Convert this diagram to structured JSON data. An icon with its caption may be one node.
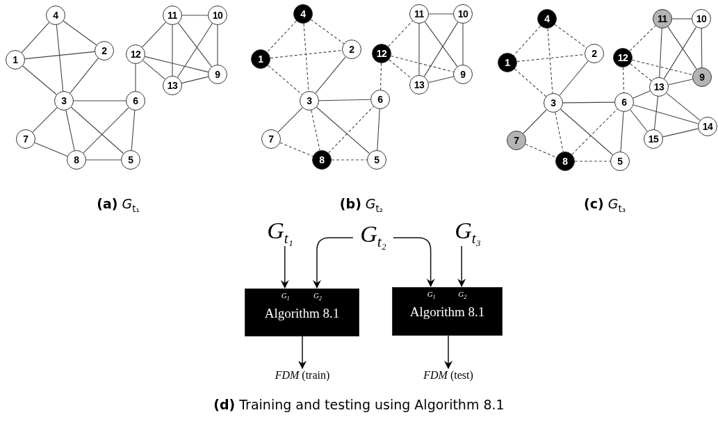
{
  "diagram": {
    "caption": "**(d)** Training and testing using Algorithm 8.1",
    "nodes": [
      {
        "text": [
          "1"
        ]
      },
      {
        "text": [
          "2"
        ]
      },
      {
        "text": [
          "3"
        ]
      },
      {
        "text": [
          "4"
        ]
      },
      {
        "text": [
          "5"
        ]
      },
      {
        "text": [
          "6"
        ]
      },
      {
        "text": [
          "7"
        ]
      },
      {
        "text": [
          "8"
        ]
      },
      {
        "text": [
          "9"
        ]
      },
      {
        "text": [
          "10"
        ]
      },
      {
        "text": [
          "11"
        ]
      },
      {
        "text": [
          "12"
        ]
      },
      {
        "text": [
          "13"
        ]
      },
      {
        "text": [
          "1"
        ]
      },
      {
        "text": [
          "2"
        ]
      },
      {
        "text": [
          "3"
        ]
      },
      {
        "text": [
          "4"
        ]
      },
      {
        "text": [
          "5"
        ]
      },
      {
        "text": [
          "6"
        ]
      },
      {
        "text": [
          "7"
        ]
      },
      {
        "text": [
          "8"
        ]
      },
      {
        "text": [
          "9"
        ]
      },
      {
        "text": [
          "10"
        ]
      },
      {
        "text": [
          "11"
        ]
      },
      {
        "text": [
          "12"
        ]
      },
      {
        "text": [
          "13"
        ]
      },
      {
        "text": [
          "1"
        ]
      },
      {
        "text": [
          "2"
        ]
      },
      {
        "text": [
          "3"
        ]
      },
      {
        "text": [
          "4"
        ]
      },
      {
        "text": [
          "5"
        ]
      },
      {
        "text": [
          "6"
        ]
      },
      {
        "text": [
          "7"
        ]
      },
      {
        "text": [
          "8"
        ]
      },
      {
        "text": [
          "9"
        ]
      },
      {
        "text": [
          "10"
        ]
      },
      {
        "text": [
          "11"
        ]
      },
      {
        "text": [
          "12"
        ]
      },
      {
        "text": [
          "13"
        ]
      },
      {
        "text": [
          "14"
        ]
      },
      {
        "text": [
          "15"
        ]
      },
      {
        "text": [
          "G$_{t₁}$"
        ]
      },
      {
        "text": [
          "G$_{t₂}$"
        ]
      },
      {
        "text": [
          "G$_{t₃}$"
        ]
      },
      {
        "text": [
          "G$_{1}$",
          "G$_{2}$",
          "Algorithm 8.1"
        ]
      },
      {
        "text": [
          "G$_{1}$",
          "G$_{2}$",
          "Algorithm 8.1"
        ]
      },
      {
        "text": [
          "*FDM* (train)"
        ]
      },
      {
        "text": [
          "*FDM* (test)"
        ]
      }
    ],
    "edges": [
      {
        "from": 3,
        "to": 0,
        "arrow": "none"
      },
      {
        "from": 3,
        "to": 2,
        "arrow": "none"
      },
      {
        "from": 3,
        "to": 1,
        "arrow": "none"
      },
      {
        "from": 0,
        "to": 1,
        "arrow": "none"
      },
      {
        "from": 0,
        "to": 2,
        "arrow": "none"
      },
      {
        "from": 1,
        "to": 2,
        "arrow": "none"
      },
      {
        "from": 2,
        "to": 5,
        "arrow": "none"
      },
      {
        "from": 2,
        "to": 6,
        "arrow": "none"
      },
      {
        "from": 2,
        "to": 7,
        "arrow": "none"
      },
      {
        "from": 2,
        "to": 4,
        "arrow": "none"
      },
      {
        "from": 6,
        "to": 7,
        "arrow": "none"
      },
      {
        "from": 7,
        "to": 5,
        "arrow": "none"
      },
      {
        "from": 7,
        "to": 4,
        "arrow": "none"
      },
      {
        "from": 5,
        "to": 4,
        "arrow": "none"
      },
      {
        "from": 5,
        "to": 11,
        "arrow": "none"
      },
      {
        "from": 11,
        "to": 10,
        "arrow": "none"
      },
      {
        "from": 11,
        "to": 12,
        "arrow": "none"
      },
      {
        "from": 11,
        "to": 8,
        "arrow": "none"
      },
      {
        "from": 10,
        "to": 9,
        "arrow": "none"
      },
      {
        "from": 10,
        "to": 12,
        "arrow": "none"
      },
      {
        "from": 10,
        "to": 8,
        "arrow": "none"
      },
      {
        "from": 9,
        "to": 12,
        "arrow": "none"
      },
      {
        "from": 9,
        "to": 8,
        "arrow": "none"
      },
      {
        "from": 12,
        "to": 8,
        "arrow": "none"
      },
      {
        "from": 16,
        "to": 13,
        "arrow": "none",
        "style": "dashed"
      },
      {
        "from": 16,
        "to": 15,
        "arrow": "none",
        "style": "dashed"
      },
      {
        "from": 16,
        "to": 14,
        "arrow": "none",
        "style": "dashed"
      },
      {
        "from": 13,
        "to": 14,
        "arrow": "none",
        "style": "dashed"
      },
      {
        "from": 13,
        "to": 15,
        "arrow": "none",
        "style": "dashed"
      },
      {
        "from": 14,
        "to": 15,
        "arrow": "none"
      },
      {
        "from": 15,
        "to": 18,
        "arrow": "none"
      },
      {
        "from": 15,
        "to": 19,
        "arrow": "none"
      },
      {
        "from": 15,
        "to": 20,
        "arrow": "none",
        "style": "dashed"
      },
      {
        "from": 15,
        "to": 17,
        "arrow": "none"
      },
      {
        "from": 19,
        "to": 20,
        "arrow": "none",
        "style": "dashed"
      },
      {
        "from": 20,
        "to": 18,
        "arrow": "none",
        "style": "dashed"
      },
      {
        "from": 20,
        "to": 17,
        "arrow": "none",
        "style": "dashed"
      },
      {
        "from": 18,
        "to": 17,
        "arrow": "none"
      },
      {
        "from": 24,
        "to": 18,
        "arrow": "none",
        "style": "dashed"
      },
      {
        "from": 24,
        "to": 23,
        "arrow": "none",
        "style": "dashed"
      },
      {
        "from": 24,
        "to": 25,
        "arrow": "none",
        "style": "dashed"
      },
      {
        "from": 24,
        "to": 21,
        "arrow": "none",
        "style": "dashed"
      },
      {
        "from": 23,
        "to": 22,
        "arrow": "none"
      },
      {
        "from": 23,
        "to": 25,
        "arrow": "none"
      },
      {
        "from": 23,
        "to": 21,
        "arrow": "none"
      },
      {
        "from": 22,
        "to": 25,
        "arrow": "none"
      },
      {
        "from": 22,
        "to": 21,
        "arrow": "none"
      },
      {
        "from": 25,
        "to": 21,
        "arrow": "none"
      },
      {
        "from": 29,
        "to": 26,
        "arrow": "none",
        "style": "dashed"
      },
      {
        "from": 29,
        "to": 28,
        "arrow": "none",
        "style": "dashed"
      },
      {
        "from": 29,
        "to": 27,
        "arrow": "none",
        "style": "dashed"
      },
      {
        "from": 26,
        "to": 27,
        "arrow": "none",
        "style": "dashed"
      },
      {
        "from": 26,
        "to": 28,
        "arrow": "none",
        "style": "dashed"
      },
      {
        "from": 27,
        "to": 28,
        "arrow": "none"
      },
      {
        "from": 28,
        "to": 31,
        "arrow": "none"
      },
      {
        "from": 28,
        "to": 32,
        "arrow": "none"
      },
      {
        "from": 28,
        "to": 33,
        "arrow": "none",
        "style": "dashed"
      },
      {
        "from": 28,
        "to": 30,
        "arrow": "none"
      },
      {
        "from": 32,
        "to": 33,
        "arrow": "none",
        "style": "dashed"
      },
      {
        "from": 33,
        "to": 31,
        "arrow": "none",
        "style": "dashed"
      },
      {
        "from": 33,
        "to": 30,
        "arrow": "none",
        "style": "dashed"
      },
      {
        "from": 31,
        "to": 30,
        "arrow": "none"
      },
      {
        "from": 37,
        "to": 31,
        "arrow": "none",
        "style": "dashed"
      },
      {
        "from": 37,
        "to": 36,
        "arrow": "none",
        "style": "dashed"
      },
      {
        "from": 37,
        "to": 38,
        "arrow": "none",
        "style": "dashed"
      },
      {
        "from": 37,
        "to": 34,
        "arrow": "none",
        "style": "dashed"
      },
      {
        "from": 36,
        "to": 35,
        "arrow": "none"
      },
      {
        "from": 36,
        "to": 38,
        "arrow": "none"
      },
      {
        "from": 36,
        "to": 34,
        "arrow": "none"
      },
      {
        "from": 35,
        "to": 38,
        "arrow": "none"
      },
      {
        "from": 35,
        "to": 34,
        "arrow": "none"
      },
      {
        "from": 38,
        "to": 34,
        "arrow": "none"
      },
      {
        "from": 31,
        "to": 38,
        "arrow": "none"
      },
      {
        "from": 31,
        "to": 39,
        "arrow": "none"
      },
      {
        "from": 31,
        "to": 40,
        "arrow": "none"
      },
      {
        "from": 38,
        "to": 39,
        "arrow": "none"
      },
      {
        "from": 38,
        "to": 40,
        "arrow": "none"
      },
      {
        "from": 40,
        "to": 39,
        "arrow": "none"
      },
      {
        "from": 41,
        "to": 44,
        "arrow": "to"
      },
      {
        "from": 42,
        "to": 44,
        "arrow": "to"
      },
      {
        "from": 42,
        "to": 45,
        "arrow": "to"
      },
      {
        "from": 43,
        "to": 45,
        "arrow": "to"
      },
      {
        "from": 44,
        "to": 46,
        "arrow": "to"
      },
      {
        "from": 45,
        "to": 47,
        "arrow": "to"
      }
    ],
    "labels": [
      "**(a)** *G*$_{t₁}$",
      "**(b)** *G*$_{t₂}$",
      "**(c)** *G*$_{t₃}$"
    ]
  }
}
